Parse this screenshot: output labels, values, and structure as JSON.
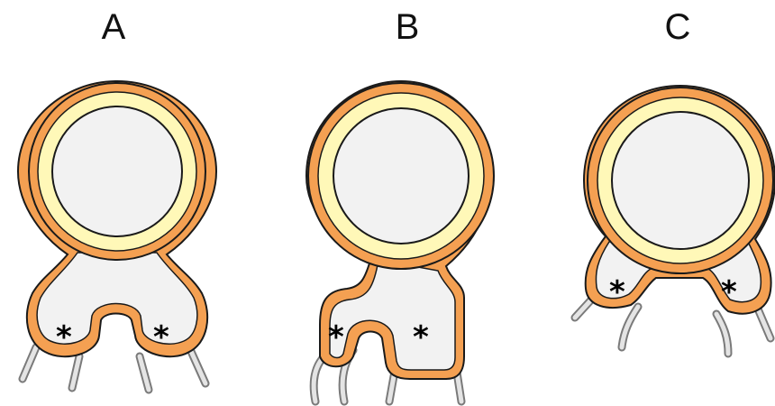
{
  "panels": [
    {
      "label": "A"
    },
    {
      "label": "B"
    },
    {
      "label": "C"
    }
  ],
  "markers": {
    "symbol": "*"
  },
  "colors": {
    "outer_ring": "#f4a052",
    "ring_stroke": "#1a1a1a",
    "inner_ring": "#fff8b8",
    "lumen": "#f2f2f2",
    "fiber_fill": "#e4e4e4",
    "fiber_stroke": "#7a7a7a"
  }
}
